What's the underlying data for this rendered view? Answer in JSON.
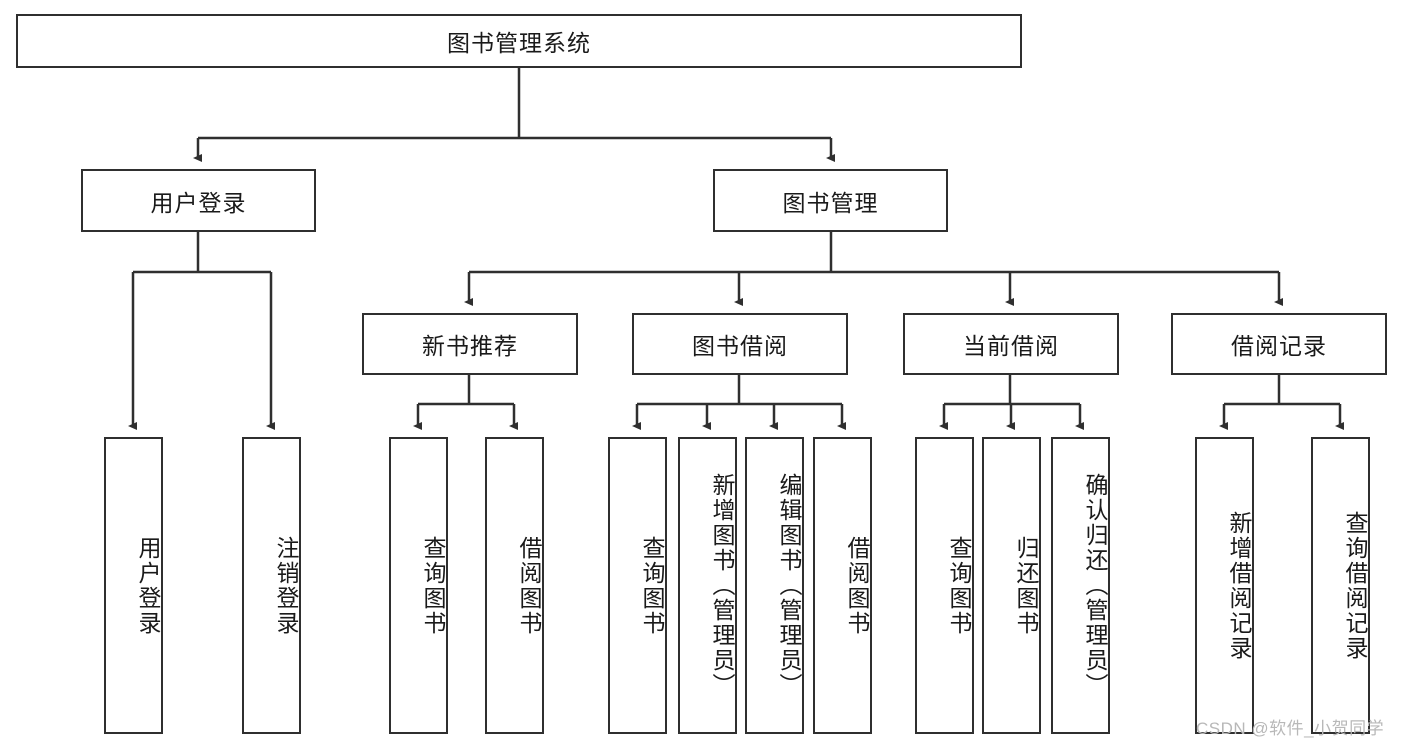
{
  "diagram": {
    "title": "图书管理系统",
    "type": "tree-hierarchy",
    "root": {
      "label": "图书管理系统"
    },
    "level2": [
      {
        "label": "用户登录"
      },
      {
        "label": "图书管理"
      }
    ],
    "level3": [
      {
        "label": "新书推荐"
      },
      {
        "label": "图书借阅"
      },
      {
        "label": "当前借阅"
      },
      {
        "label": "借阅记录"
      }
    ],
    "leaves": {
      "user_login": [
        {
          "label": "用户登录"
        },
        {
          "label": "注销登录"
        }
      ],
      "new_book_recommend": [
        {
          "label": "查询图书"
        },
        {
          "label": "借阅图书"
        }
      ],
      "book_borrow": [
        {
          "label": "查询图书"
        },
        {
          "label": "新增图书（管理员）"
        },
        {
          "label": "编辑图书（管理员）"
        },
        {
          "label": "借阅图书"
        }
      ],
      "current_borrow": [
        {
          "label": "查询图书"
        },
        {
          "label": "归还图书"
        },
        {
          "label": "确认归还（管理员）"
        }
      ],
      "borrow_record": [
        {
          "label": "新增借阅记录"
        },
        {
          "label": "查询借阅记录"
        }
      ]
    }
  },
  "watermark": {
    "text": "CSDN @软件_小贺同学"
  },
  "colors": {
    "stroke": "#2f2f2f",
    "background": "#ffffff",
    "text": "#1a1a1a",
    "watermark": "#b8b8b8"
  }
}
